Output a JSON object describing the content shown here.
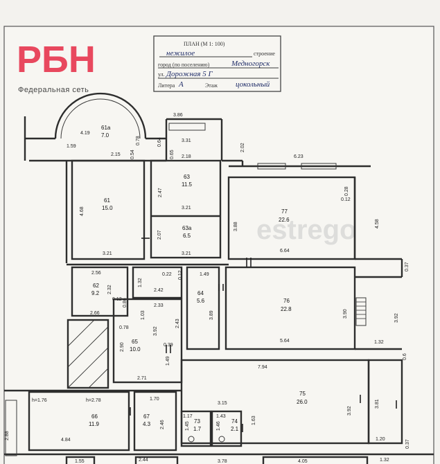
{
  "brand": {
    "logo": "РБН",
    "tagline": "Федеральная сеть",
    "color": "#e8485e"
  },
  "watermark": "estrego",
  "stamp": {
    "title": "ПЛАН (М 1: 100)",
    "row1_value": "нежилое",
    "row1_suffix": "строение",
    "row2_prefix": "город (по поселению)",
    "row2_value": "Медногорск",
    "row3_prefix": "ул.",
    "row3_value": "Дорожная 5 Г",
    "row4_prefix": "Литера",
    "row4_value": "А",
    "row4_mid": "Этаж",
    "row4_value2": "цокольный"
  },
  "rooms": [
    {
      "id": "r61a",
      "num": "61а",
      "area": "7.0"
    },
    {
      "id": "r61",
      "num": "61",
      "area": "15.0"
    },
    {
      "id": "r63",
      "num": "63",
      "area": "11.5"
    },
    {
      "id": "r63a",
      "num": "63а",
      "area": "6.5"
    },
    {
      "id": "r77",
      "num": "77",
      "area": "22.6"
    },
    {
      "id": "r62",
      "num": "62",
      "area": "9.2"
    },
    {
      "id": "r64",
      "num": "64",
      "area": "5.6"
    },
    {
      "id": "r76",
      "num": "76",
      "area": "22.8"
    },
    {
      "id": "r65",
      "num": "65",
      "area": "10.0"
    },
    {
      "id": "r75",
      "num": "75",
      "area": "26.0"
    },
    {
      "id": "r66",
      "num": "66",
      "area": "11.9"
    },
    {
      "id": "r67",
      "num": "67",
      "area": "4.3"
    },
    {
      "id": "r73",
      "num": "73",
      "area": "1.7"
    },
    {
      "id": "r74",
      "num": "74",
      "area": "2.1"
    }
  ],
  "dimensions": [
    {
      "id": "d1",
      "text": "3.86"
    },
    {
      "id": "d2",
      "text": "4.19"
    },
    {
      "id": "d3",
      "text": "0.78"
    },
    {
      "id": "d4",
      "text": "1.59"
    },
    {
      "id": "d5",
      "text": "2.15"
    },
    {
      "id": "d6",
      "text": "0.54"
    },
    {
      "id": "d7",
      "text": "0.64"
    },
    {
      "id": "d8",
      "text": "3.31"
    },
    {
      "id": "d9",
      "text": "2.02"
    },
    {
      "id": "d10",
      "text": "0.65"
    },
    {
      "id": "d11",
      "text": "2.18"
    },
    {
      "id": "d12",
      "text": "6.23"
    },
    {
      "id": "d13",
      "text": "0.28"
    },
    {
      "id": "d14",
      "text": "0.12"
    },
    {
      "id": "d15",
      "text": "4.68"
    },
    {
      "id": "d16",
      "text": "2.47"
    },
    {
      "id": "d17",
      "text": "3.21"
    },
    {
      "id": "d18",
      "text": "3.88"
    },
    {
      "id": "d19",
      "text": "4.58"
    },
    {
      "id": "d20",
      "text": "2.07"
    },
    {
      "id": "d21",
      "text": "3.21"
    },
    {
      "id": "d22",
      "text": "3.21"
    },
    {
      "id": "d23",
      "text": "6.64"
    },
    {
      "id": "d24",
      "text": "0.37"
    },
    {
      "id": "d25",
      "text": "2.56"
    },
    {
      "id": "d26",
      "text": "0.22"
    },
    {
      "id": "d27",
      "text": "0.12"
    },
    {
      "id": "d28",
      "text": "1.49"
    },
    {
      "id": "d29",
      "text": "1.32"
    },
    {
      "id": "d30",
      "text": "2.42"
    },
    {
      "id": "d31",
      "text": "2.32"
    },
    {
      "id": "d32",
      "text": "0.12"
    },
    {
      "id": "d33",
      "text": "0.86"
    },
    {
      "id": "d34",
      "text": "2.33"
    },
    {
      "id": "d35",
      "text": "2.66"
    },
    {
      "id": "d36",
      "text": "1.03"
    },
    {
      "id": "d37",
      "text": "2.43"
    },
    {
      "id": "d38",
      "text": "3.89"
    },
    {
      "id": "d39",
      "text": "3.90"
    },
    {
      "id": "d40",
      "text": "3.92"
    },
    {
      "id": "d41",
      "text": "0.78"
    },
    {
      "id": "d42",
      "text": "3.92"
    },
    {
      "id": "d43",
      "text": "5.64"
    },
    {
      "id": "d44",
      "text": "1.32"
    },
    {
      "id": "d45",
      "text": "2.90"
    },
    {
      "id": "d46",
      "text": "0.39"
    },
    {
      "id": "d47",
      "text": "1.49"
    },
    {
      "id": "d48",
      "text": "7.94"
    },
    {
      "id": "d49",
      "text": "0.6"
    },
    {
      "id": "d50",
      "text": "2.71"
    },
    {
      "id": "d51",
      "text": "h=1.76"
    },
    {
      "id": "d52",
      "text": "h=2.78"
    },
    {
      "id": "d53",
      "text": "1.70"
    },
    {
      "id": "d54",
      "text": "3.15"
    },
    {
      "id": "d55",
      "text": "3.81"
    },
    {
      "id": "d56",
      "text": "1.17"
    },
    {
      "id": "d57",
      "text": "1.43"
    },
    {
      "id": "d58",
      "text": "1.45"
    },
    {
      "id": "d59",
      "text": "1.46"
    },
    {
      "id": "d60",
      "text": "3.92"
    },
    {
      "id": "d61",
      "text": "2.46"
    },
    {
      "id": "d62",
      "text": "1.63"
    },
    {
      "id": "d63",
      "text": "4.84"
    },
    {
      "id": "d64",
      "text": "1.20"
    },
    {
      "id": "d65",
      "text": "2.88"
    },
    {
      "id": "d66",
      "text": "0.37"
    },
    {
      "id": "d67",
      "text": "1.55"
    },
    {
      "id": "d68",
      "text": "2.44"
    },
    {
      "id": "d69",
      "text": "3.78"
    },
    {
      "id": "d70",
      "text": "4.05"
    },
    {
      "id": "d71",
      "text": "1.32"
    }
  ]
}
